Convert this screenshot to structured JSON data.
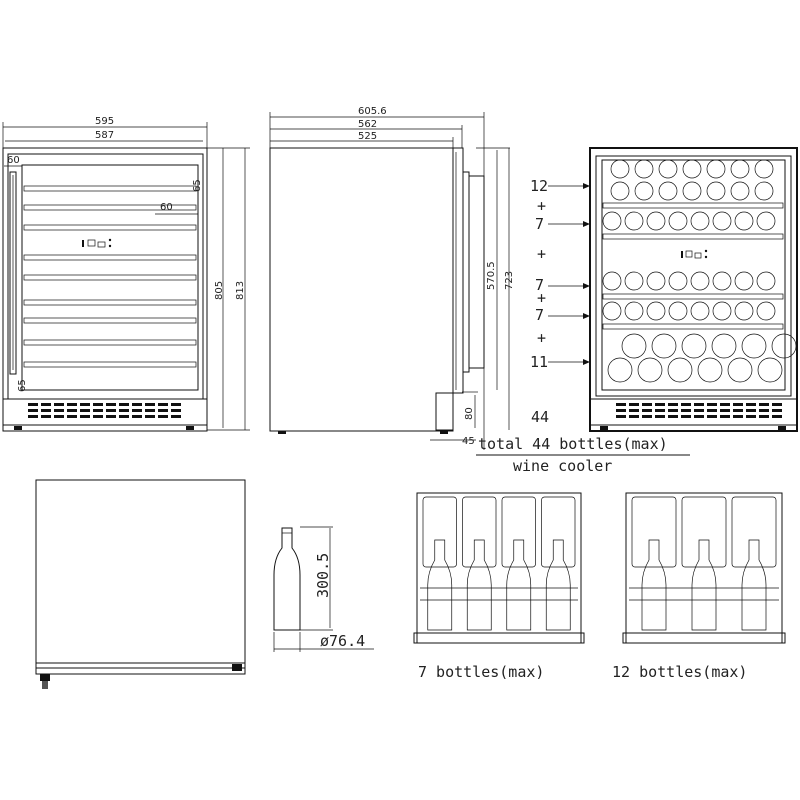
{
  "front_view": {
    "width_outer": "595",
    "width_inner": "587",
    "top_offset": "60",
    "shelf_gap": "65",
    "inner_offset": "60",
    "height_inner": "805",
    "height_outer": "813",
    "bottom_offset": "65"
  },
  "side_view": {
    "depth_total": "605.6",
    "depth_mid": "562",
    "depth_body": "525",
    "door_height": "570.5",
    "door_height_total": "723",
    "plinth_height": "80",
    "plinth_depth": "45"
  },
  "shelf_view": {
    "shelf_counts": [
      "12",
      "7",
      "7",
      "7",
      "11"
    ],
    "plus_signs": [
      "+",
      "+",
      "+",
      "+"
    ],
    "total_number": "44",
    "total_label": "total 44 bottles(max)",
    "subtitle": "wine cooler"
  },
  "bottle": {
    "height": "300.5",
    "diameter": "ø76.4"
  },
  "racks": {
    "left_caption": "7 bottles(max)",
    "right_caption": "12 bottles(max)"
  }
}
